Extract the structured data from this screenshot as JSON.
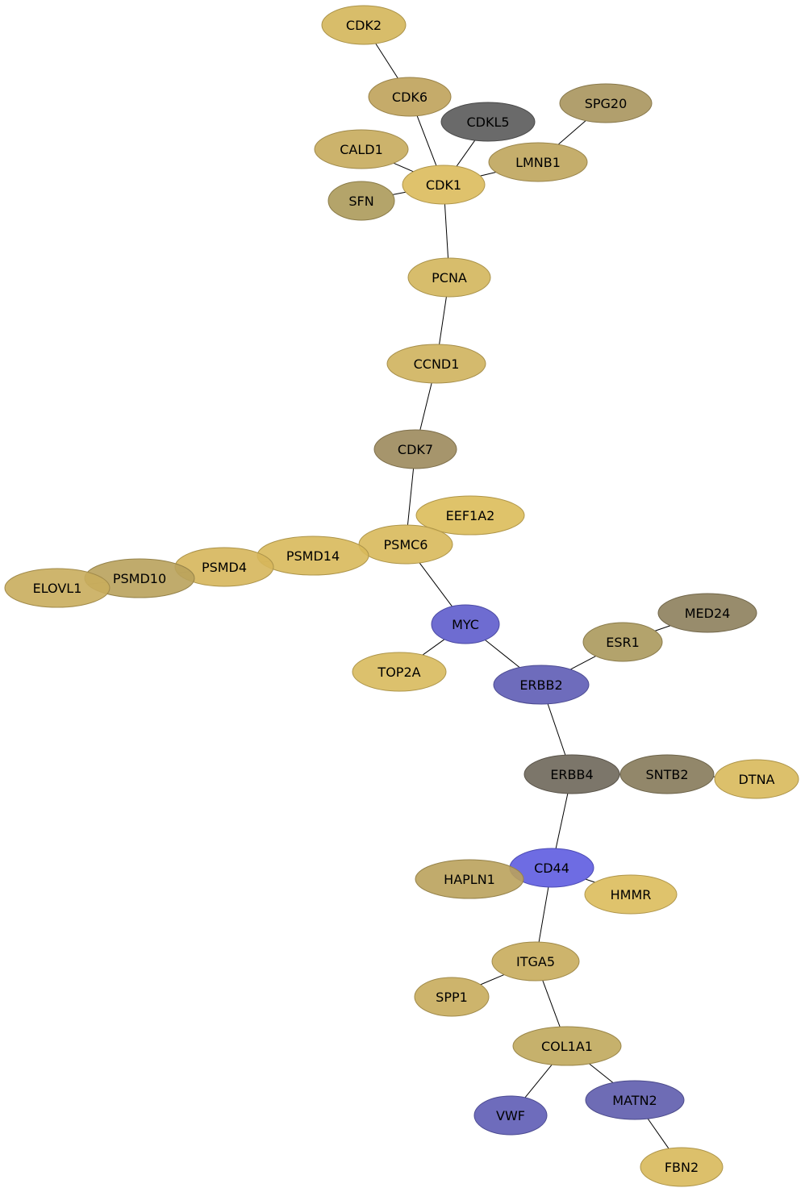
{
  "graph": {
    "nodes": [
      {
        "id": "CDK2",
        "color": "#d4b65a"
      },
      {
        "id": "CDK6",
        "color": "#bfa25a"
      },
      {
        "id": "CDKL5",
        "color": "#5a5a5a"
      },
      {
        "id": "SPG20",
        "color": "#a9955d"
      },
      {
        "id": "CALD1",
        "color": "#c7ab5c"
      },
      {
        "id": "LMNB1",
        "color": "#bfa55c"
      },
      {
        "id": "CDK1",
        "color": "#dcbb5c"
      },
      {
        "id": "SFN",
        "color": "#ac9a5a"
      },
      {
        "id": "PCNA",
        "color": "#d3b65c"
      },
      {
        "id": "CCND1",
        "color": "#cfb25d"
      },
      {
        "id": "CDK7",
        "color": "#9c8a5c"
      },
      {
        "id": "EEF1A2",
        "color": "#dcbc5a"
      },
      {
        "id": "PSMC6",
        "color": "#d8b95b"
      },
      {
        "id": "PSMD14",
        "color": "#d8b95b"
      },
      {
        "id": "PSMD4",
        "color": "#d6b65b"
      },
      {
        "id": "PSMD10",
        "color": "#b9a25c"
      },
      {
        "id": "ELOVL1",
        "color": "#c9ad5d"
      },
      {
        "id": "MYC",
        "color": "#5e5ccc"
      },
      {
        "id": "TOP2A",
        "color": "#d8ba5d"
      },
      {
        "id": "MED24",
        "color": "#8d7f5c"
      },
      {
        "id": "ESR1",
        "color": "#ab995c"
      },
      {
        "id": "ERBB2",
        "color": "#5e5cb5"
      },
      {
        "id": "ERBB4",
        "color": "#6e675a"
      },
      {
        "id": "SNTB2",
        "color": "#867a5a"
      },
      {
        "id": "DTNA",
        "color": "#d8b95b"
      },
      {
        "id": "CD44",
        "color": "#5e5ce0"
      },
      {
        "id": "HAPLN1",
        "color": "#baa25c"
      },
      {
        "id": "HMMR",
        "color": "#dcbc5c"
      },
      {
        "id": "ITGA5",
        "color": "#c8ac5c"
      },
      {
        "id": "SPP1",
        "color": "#c8ac5c"
      },
      {
        "id": "COL1A1",
        "color": "#c0a85c"
      },
      {
        "id": "VWF",
        "color": "#5e5cb5"
      },
      {
        "id": "MATN2",
        "color": "#5e5cad"
      },
      {
        "id": "FBN2",
        "color": "#d8b95b"
      }
    ],
    "edges": [
      [
        "CDK2",
        "CDK6"
      ],
      [
        "CDK6",
        "CDK1"
      ],
      [
        "CDKL5",
        "CDK1"
      ],
      [
        "SPG20",
        "LMNB1"
      ],
      [
        "LMNB1",
        "CDK1"
      ],
      [
        "CALD1",
        "CDK1"
      ],
      [
        "SFN",
        "CDK1"
      ],
      [
        "CDK1",
        "PCNA"
      ],
      [
        "PCNA",
        "CCND1"
      ],
      [
        "CCND1",
        "CDK7"
      ],
      [
        "CDK7",
        "PSMC6"
      ],
      [
        "PSMC6",
        "PSMD14"
      ],
      [
        "PSMD14",
        "PSMD4"
      ],
      [
        "PSMD4",
        "PSMD10"
      ],
      [
        "PSMD10",
        "ELOVL1"
      ],
      [
        "PSMC6",
        "MYC"
      ],
      [
        "MYC",
        "TOP2A"
      ],
      [
        "MYC",
        "ERBB2"
      ],
      [
        "ERBB2",
        "ESR1"
      ],
      [
        "ESR1",
        "MED24"
      ],
      [
        "ERBB2",
        "ERBB4"
      ],
      [
        "ERBB4",
        "SNTB2"
      ],
      [
        "SNTB2",
        "DTNA"
      ],
      [
        "ERBB4",
        "CD44"
      ],
      [
        "CD44",
        "HAPLN1"
      ],
      [
        "CD44",
        "HMMR"
      ],
      [
        "CD44",
        "ITGA5"
      ],
      [
        "ITGA5",
        "SPP1"
      ],
      [
        "ITGA5",
        "COL1A1"
      ],
      [
        "COL1A1",
        "VWF"
      ],
      [
        "COL1A1",
        "MATN2"
      ],
      [
        "MATN2",
        "FBN2"
      ]
    ]
  }
}
